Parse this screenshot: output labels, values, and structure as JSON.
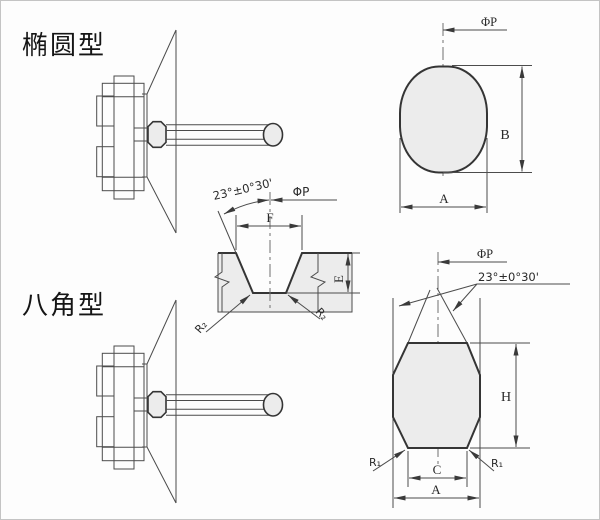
{
  "page": {
    "background": "#fdfdfd",
    "border_color": "#c4c4c4"
  },
  "colors": {
    "shape_fill": "#ececec",
    "outline": "#353535",
    "dim_line": "#4c4c4c",
    "text": "#2a2a2a"
  },
  "sections": {
    "oval": {
      "label": "椭圆型"
    },
    "octagonal": {
      "label": "八角型"
    }
  },
  "oval_diagram": {
    "phi_p": "ΦP",
    "dim_b": "B",
    "dim_a": "A"
  },
  "groove_diagram": {
    "angle": "23°±0°30'",
    "phi_p": "ΦP",
    "dim_f": "F",
    "dim_e": "E",
    "radius_left": "R₂",
    "radius_right": "R₂"
  },
  "octagon_diagram": {
    "phi_p": "ΦP",
    "angle": "23°±0°30'",
    "dim_h": "H",
    "dim_c": "C",
    "dim_a": "A",
    "radius_left": "R₁",
    "radius_right": "R₁"
  }
}
